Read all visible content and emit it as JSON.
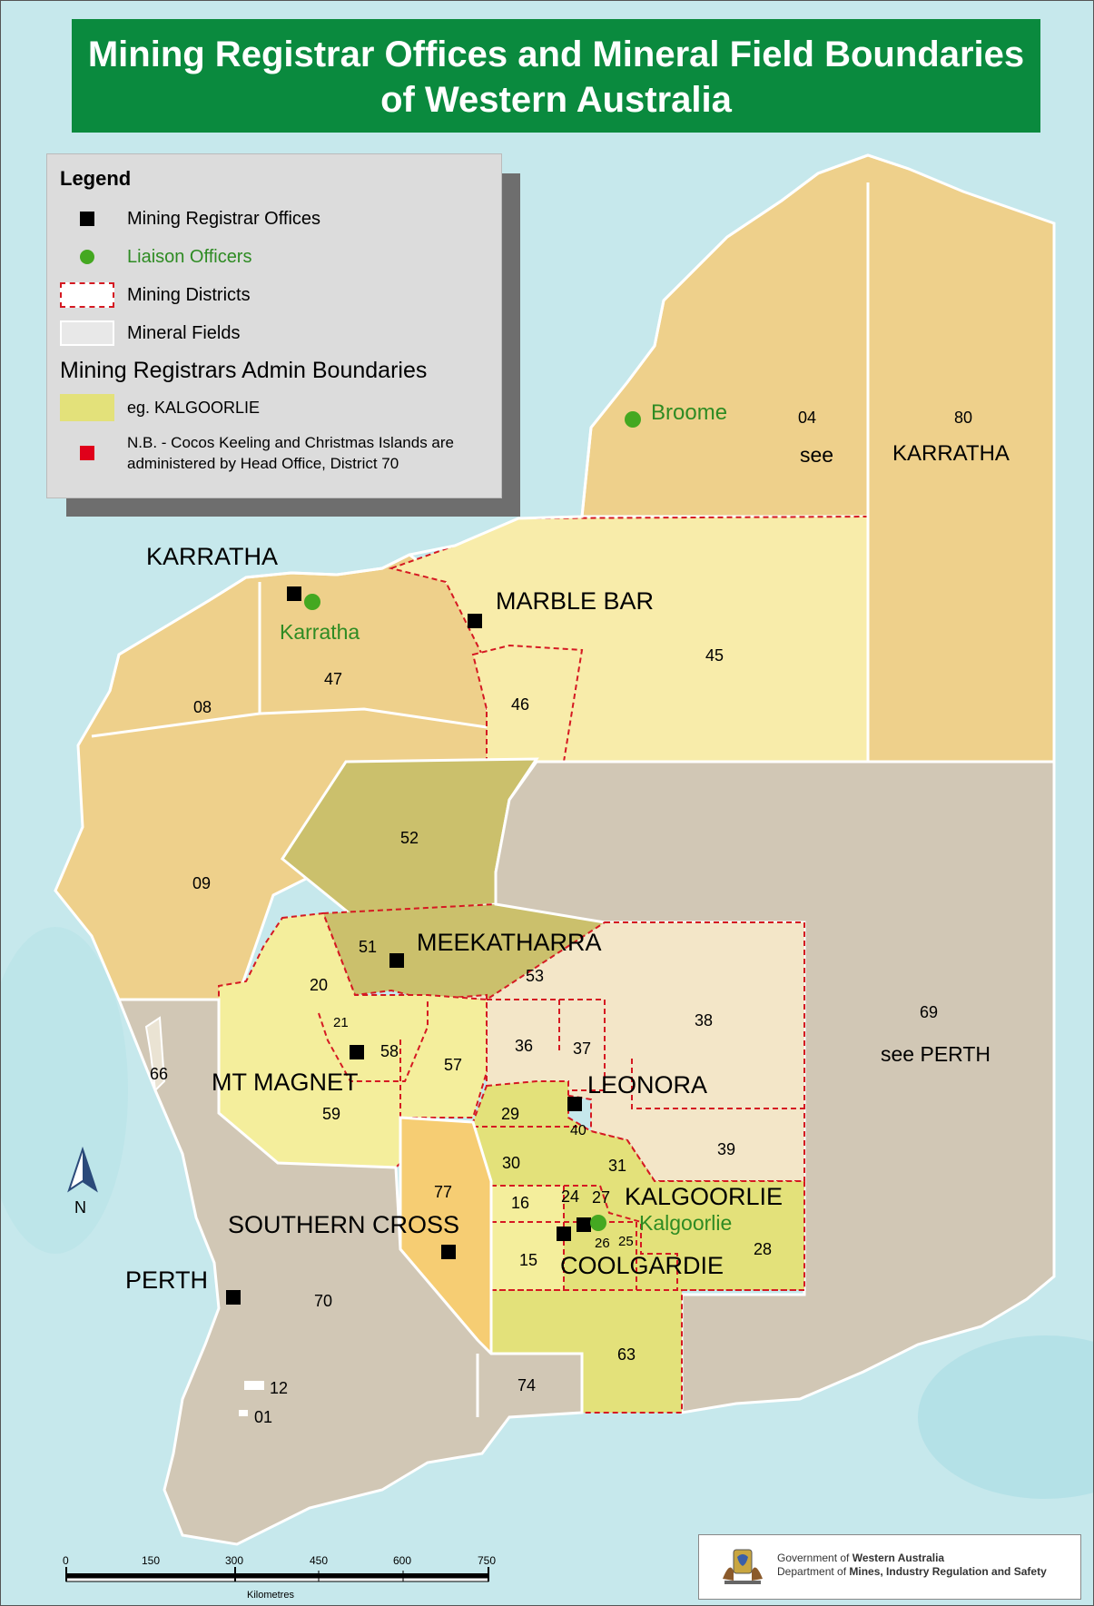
{
  "title": {
    "line1": "Mining Registrar Offices and Mineral Field Boundaries",
    "line2": "of Western Australia"
  },
  "legend": {
    "title": "Legend",
    "offices": "Mining Registrar Offices",
    "liaison": "Liaison Officers",
    "districts": "Mining Districts",
    "fields": "Mineral Fields",
    "admin_heading": "Mining Registrars Admin Boundaries",
    "admin_example": "eg. KALGOORLIE",
    "note_line1": "N.B. - Cocos Keeling and Christmas Islands are",
    "note_line2": "administered by Head Office, District 70"
  },
  "places": {
    "karratha_region": "KARRATHA",
    "karratha": "Karratha",
    "broome": "Broome",
    "marble_bar": "MARBLE BAR",
    "karratha_east": "KARRATHA",
    "see": "see",
    "see_perth": "see PERTH",
    "meekatharra": "MEEKATHARRA",
    "mt_magnet": "MT MAGNET",
    "leonora": "LEONORA",
    "kalgoorlie": "KALGOORLIE",
    "kalgoorlie_town": "Kalgoorlie",
    "coolgardie": "COOLGARDIE",
    "southern_cross": "SOUTHERN CROSS",
    "perth": "PERTH"
  },
  "fields": {
    "f04": "04",
    "f80": "80",
    "f45": "45",
    "f46": "46",
    "f47": "47",
    "f08": "08",
    "f52": "52",
    "f09": "09",
    "f51": "51",
    "f53": "53",
    "f20": "20",
    "f21": "21",
    "f58": "58",
    "f57": "57",
    "f59": "59",
    "f66": "66",
    "f36": "36",
    "f37": "37",
    "f38": "38",
    "f69": "69",
    "f29": "29",
    "f40": "40",
    "f30": "30",
    "f31": "31",
    "f39": "39",
    "f77": "77",
    "f16": "16",
    "f24": "24",
    "f27": "27",
    "f15": "15",
    "f26": "26",
    "f25": "25",
    "f28": "28",
    "f70": "70",
    "f63": "63",
    "f74": "74",
    "f12": "12",
    "f01": "01"
  },
  "north": "N",
  "scale": {
    "ticks": [
      "0",
      "150",
      "300",
      "450",
      "600",
      "750"
    ],
    "unit": "Kilometres"
  },
  "agency": {
    "line1_prefix": "Government of ",
    "line1_strong": "Western Australia",
    "line2_prefix": "Department of ",
    "line2_strong": "Mines, Industry Regulation and Safety"
  },
  "colors": {
    "ocean": "#c6e8ec",
    "karratha_admin": "#eed08b",
    "marble_bar_admin": "#f8ecaa",
    "meekatharra_admin": "#cbc06c",
    "perth_admin": "#d1c7b5",
    "mt_magnet_admin": "#f4ee9c",
    "leonora_admin": "#f3e6c8",
    "kalgoorlie_admin": "#e3e17a",
    "southern_cross_admin": "#f6cd73",
    "district_line": "#d51922",
    "liaison_green": "#44a821",
    "title_green": "#0a8a3e"
  }
}
